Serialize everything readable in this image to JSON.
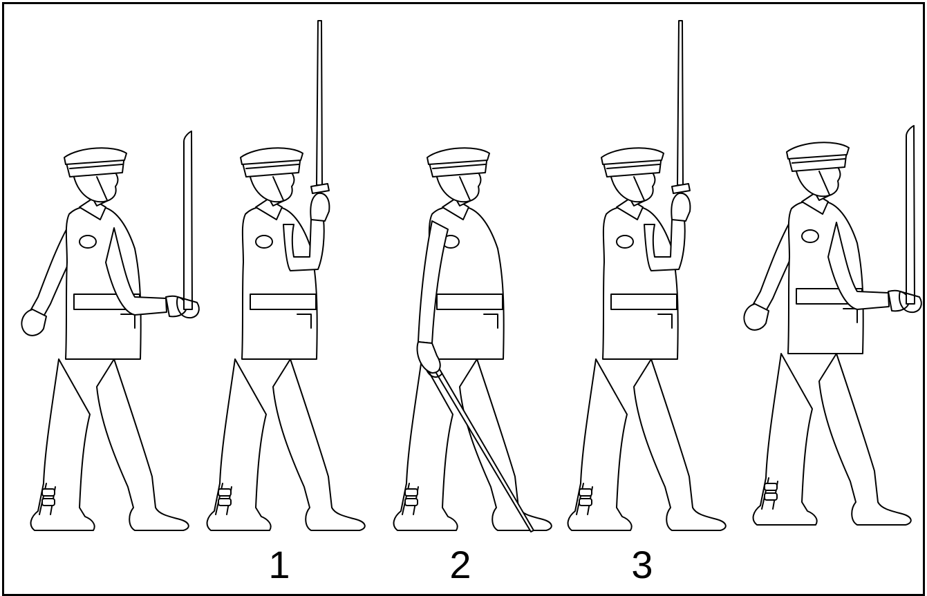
{
  "figure": {
    "steps": [
      {
        "label": "1"
      },
      {
        "label": "2"
      },
      {
        "label": "3"
      }
    ],
    "colors": {
      "ink": "#000000",
      "paper": "#ffffff"
    }
  }
}
